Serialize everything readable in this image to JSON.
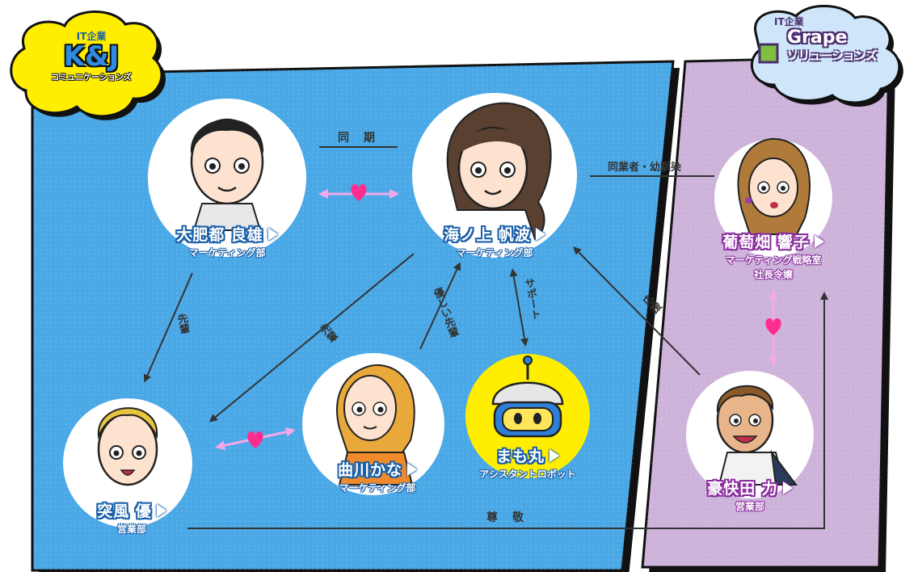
{
  "companies": {
    "kj": {
      "prefix": "IT企業",
      "name": "K&J",
      "sub": "コミュニケーションズ",
      "color": "#4aa8e6"
    },
    "grape": {
      "prefix": "IT企業",
      "name": "Grape",
      "sub": "ソリューションズ",
      "color": "#cdb3da"
    }
  },
  "people": [
    {
      "id": "taro",
      "name": "大肥都 良雄",
      "dept": "マーケティング部",
      "company": "kj"
    },
    {
      "id": "hanami",
      "name": "海ノ上 帆波",
      "dept": "マーケティング部",
      "company": "kj"
    },
    {
      "id": "kyoko",
      "name": "葡萄畑 響子",
      "dept": "マーケティング戦略室",
      "dept2": "社長令嬢",
      "company": "grape"
    },
    {
      "id": "yu",
      "name": "突風 優",
      "dept": "営業部",
      "company": "kj"
    },
    {
      "id": "kana",
      "name": "曲川かな",
      "dept": "マーケティング部",
      "company": "kj"
    },
    {
      "id": "mamo",
      "name": "まも丸",
      "dept": "アシスタントロボット",
      "company": "kj"
    },
    {
      "id": "riki",
      "name": "豪快田 力",
      "dept": "営業部",
      "company": "grape"
    }
  ],
  "relations": {
    "douki": "同　期",
    "senpai1": "先輩",
    "senpai2": "先輩",
    "yasashii": "優しい先輩",
    "support": "サポート",
    "gyousha": "同業者・幼馴染",
    "ouen": "応援",
    "sonkei": "尊　敬"
  },
  "colors": {
    "kj_bg": "#4aa8e6",
    "grape_bg": "#cdb3da",
    "heart": "#ff2d8f",
    "arrow_pink": "#f3a8e8",
    "line": "#333333",
    "name_blue": "#1a5fa8",
    "name_purple": "#8a2e9e",
    "robot_bg": "#ffee00"
  }
}
